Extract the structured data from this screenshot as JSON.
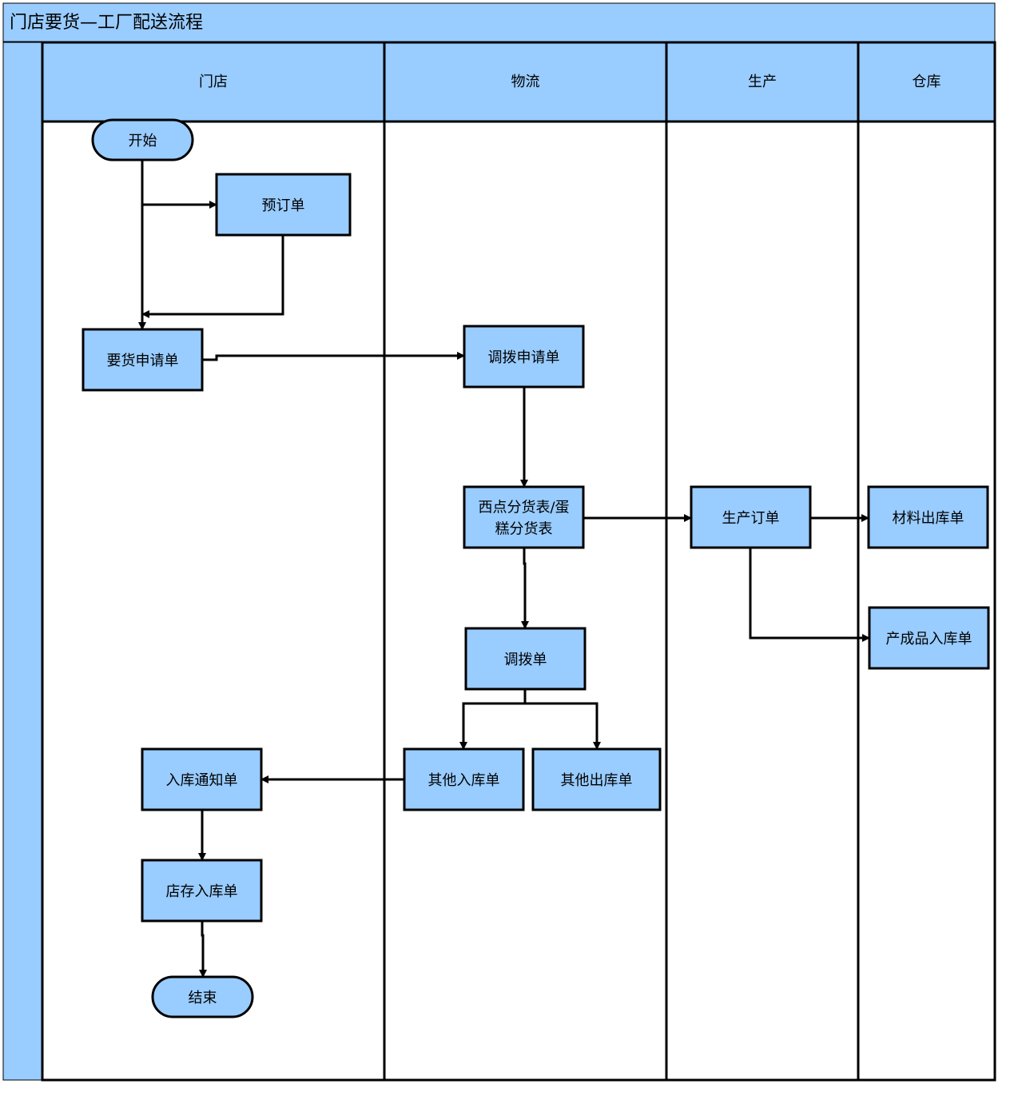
{
  "diagram": {
    "title": "门店要货—工厂配送流程",
    "colors": {
      "fill": "#99ccff",
      "stroke": "#000000",
      "background": "#ffffff"
    },
    "lanes": [
      {
        "id": "store",
        "label": "门店"
      },
      {
        "id": "logistics",
        "label": "物流"
      },
      {
        "id": "production",
        "label": "生产"
      },
      {
        "id": "warehouse",
        "label": "仓库"
      }
    ],
    "nodes": [
      {
        "id": "start",
        "lane": "store",
        "shape": "terminal",
        "lines": [
          "开始"
        ]
      },
      {
        "id": "preorder",
        "lane": "store",
        "shape": "process",
        "lines": [
          "预订单"
        ]
      },
      {
        "id": "request",
        "lane": "store",
        "shape": "process",
        "lines": [
          "要货申请单"
        ]
      },
      {
        "id": "transfer_request",
        "lane": "logistics",
        "shape": "process",
        "lines": [
          "调拨申请单"
        ]
      },
      {
        "id": "distribution",
        "lane": "logistics",
        "shape": "process",
        "lines": [
          "西点分货表/蛋",
          "糕分货表"
        ]
      },
      {
        "id": "production_order",
        "lane": "production",
        "shape": "process",
        "lines": [
          "生产订单"
        ]
      },
      {
        "id": "material_out",
        "lane": "warehouse",
        "shape": "process",
        "lines": [
          "材料出库单"
        ]
      },
      {
        "id": "product_in",
        "lane": "warehouse",
        "shape": "process",
        "lines": [
          "产成品入库单"
        ]
      },
      {
        "id": "transfer",
        "lane": "logistics",
        "shape": "process",
        "lines": [
          "调拨单"
        ]
      },
      {
        "id": "other_in",
        "lane": "logistics",
        "shape": "process",
        "lines": [
          "其他入库单"
        ]
      },
      {
        "id": "other_out",
        "lane": "logistics",
        "shape": "process",
        "lines": [
          "其他出库单"
        ]
      },
      {
        "id": "receipt_notice",
        "lane": "store",
        "shape": "process",
        "lines": [
          "入库通知单"
        ]
      },
      {
        "id": "store_in",
        "lane": "store",
        "shape": "process",
        "lines": [
          "店存入库单"
        ]
      },
      {
        "id": "end",
        "lane": "store",
        "shape": "terminal",
        "lines": [
          "结束"
        ]
      }
    ],
    "edges": [
      {
        "from": "start",
        "to": "preorder"
      },
      {
        "from": "start",
        "to": "request"
      },
      {
        "from": "preorder",
        "to": "request"
      },
      {
        "from": "request",
        "to": "transfer_request"
      },
      {
        "from": "transfer_request",
        "to": "distribution"
      },
      {
        "from": "distribution",
        "to": "production_order"
      },
      {
        "from": "production_order",
        "to": "material_out"
      },
      {
        "from": "production_order",
        "to": "product_in"
      },
      {
        "from": "distribution",
        "to": "transfer"
      },
      {
        "from": "transfer",
        "to": "other_in"
      },
      {
        "from": "transfer",
        "to": "other_out"
      },
      {
        "from": "other_in",
        "to": "receipt_notice"
      },
      {
        "from": "receipt_notice",
        "to": "store_in"
      },
      {
        "from": "store_in",
        "to": "end"
      }
    ]
  }
}
